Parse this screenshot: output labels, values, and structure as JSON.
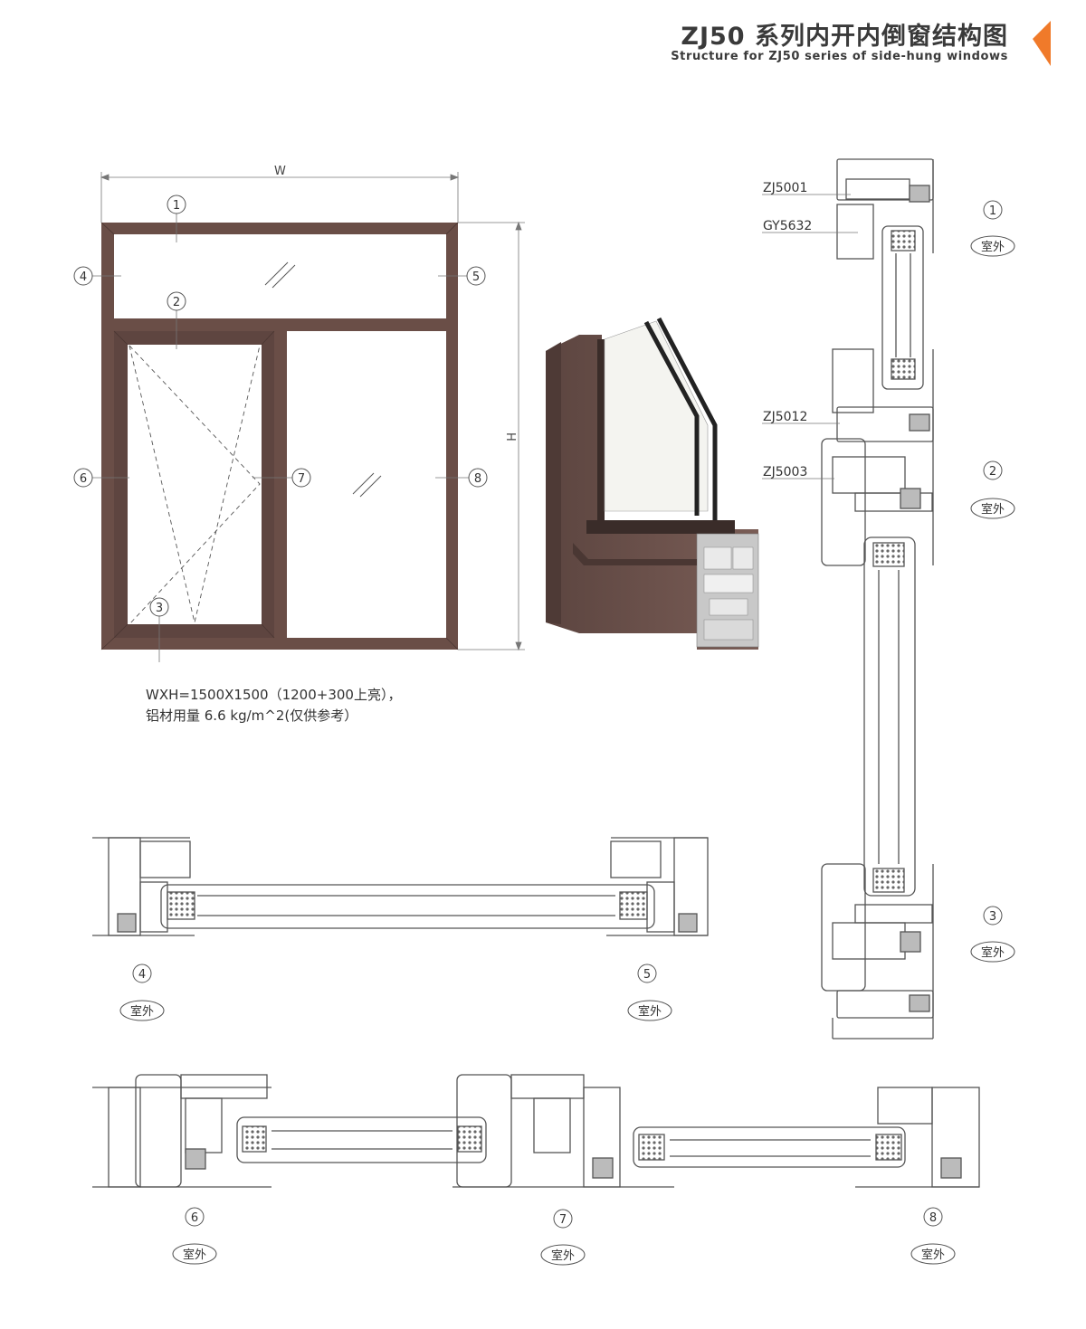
{
  "header": {
    "title": "ZJ50 系列内开内倒窗结构图",
    "subtitle": "Structure for ZJ50 series of side-hung windows",
    "accent_color": "#f07a2a"
  },
  "elevation": {
    "width_label": "W",
    "height_label": "H",
    "frame_color": "#6a4e47",
    "callouts": [
      "1",
      "2",
      "3",
      "4",
      "5",
      "6",
      "7",
      "8"
    ]
  },
  "spec": {
    "size_line": "WXH=1500X1500（1200+300上亮），",
    "material_line": "铝材用量 6.6 kg/m^2(仅供参考）"
  },
  "vertical_section": {
    "part_labels": [
      "ZJ5001",
      "GY5632",
      "ZJ5012",
      "ZJ5003"
    ],
    "section_numbers": [
      "1",
      "2",
      "3"
    ]
  },
  "horizontal_sections": {
    "row1_numbers": [
      "4",
      "5"
    ],
    "row2_numbers": [
      "6",
      "7",
      "8"
    ]
  },
  "outside_label": "室外"
}
